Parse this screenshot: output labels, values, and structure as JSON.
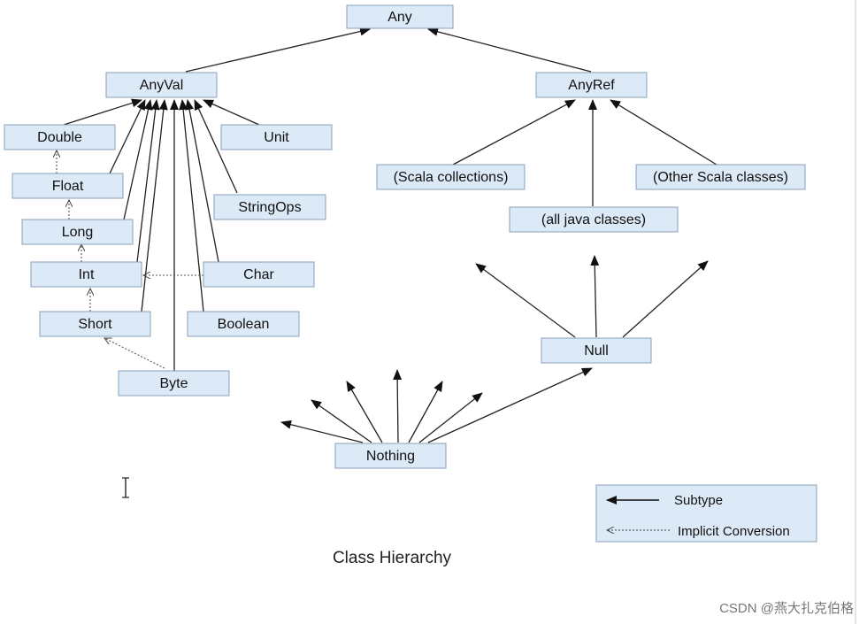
{
  "nodes": {
    "any": "Any",
    "anyval": "AnyVal",
    "anyref": "AnyRef",
    "double": "Double",
    "float": "Float",
    "long": "Long",
    "int": "Int",
    "short": "Short",
    "byte": "Byte",
    "unit": "Unit",
    "stringops": "StringOps",
    "char": "Char",
    "boolean": "Boolean",
    "scala_collections": "(Scala collections)",
    "all_java_classes": "(all java classes)",
    "other_scala_classes": "(Other Scala classes)",
    "null": "Null",
    "nothing": "Nothing"
  },
  "legend": {
    "subtype": "Subtype",
    "implicit_conversion": "Implicit Conversion"
  },
  "caption": "Class Hierarchy",
  "watermark": "CSDN @燕大扎克伯格"
}
